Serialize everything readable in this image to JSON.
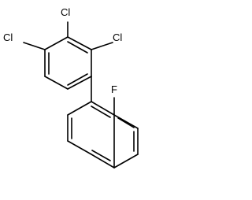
{
  "molecule": {
    "atoms": {
      "cl_left": "Cl",
      "cl_top": "Cl",
      "cl_right": "Cl",
      "f": "F"
    }
  },
  "colors": {
    "bond": "#000000",
    "label": "#000000",
    "background": "#ffffff"
  }
}
